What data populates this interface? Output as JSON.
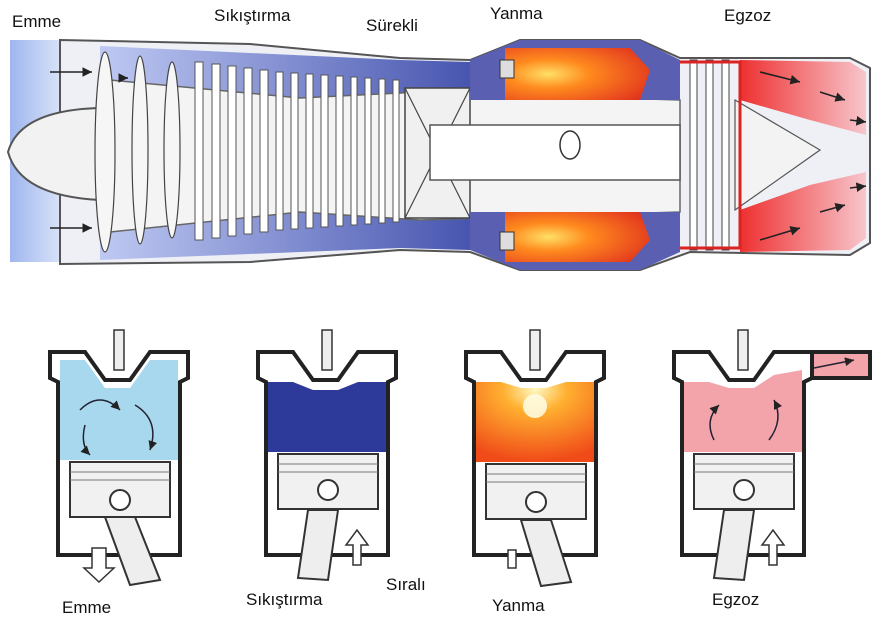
{
  "turbine": {
    "labels": {
      "intake": "Emme",
      "compression": "Sıkıştırma",
      "continuous": "Sürekli",
      "combustion": "Yanma",
      "exhaust": "Egzoz"
    }
  },
  "piston_engine": {
    "labels": {
      "intake": "Emme",
      "compression": "Sıkıştırma",
      "sequential": "Sıralı",
      "combustion": "Yanma",
      "exhaust": "Egzoz"
    }
  },
  "colors": {
    "intake": "#a8d8ee",
    "compression": "#2e3a9a",
    "combustion": "#f05a1e",
    "exhaust": "#f3a4ab"
  }
}
